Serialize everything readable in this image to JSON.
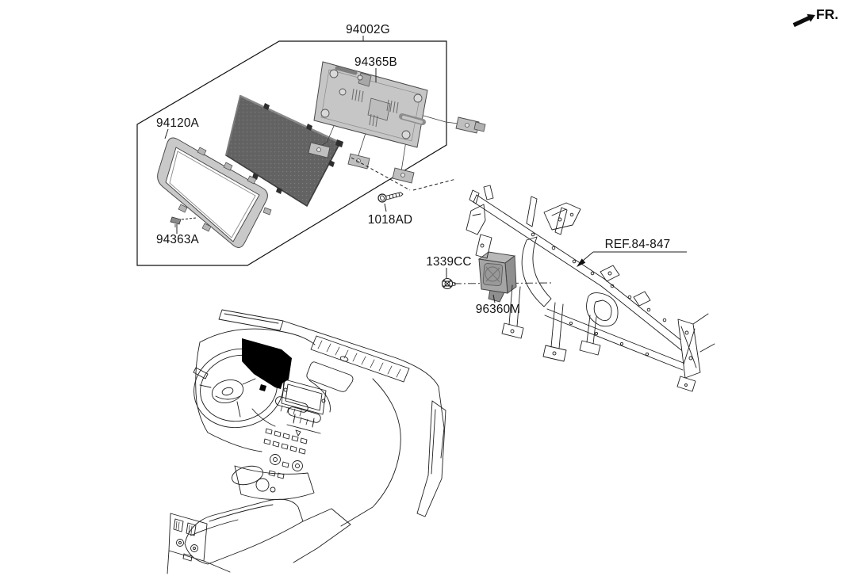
{
  "page": {
    "kind": "vehicle-parts-exploded-diagram",
    "background": "#ffffff",
    "line_color": "#1f1f1f"
  },
  "orientation": {
    "fr_label": "FR."
  },
  "callouts": {
    "cluster_assembly": "94002G",
    "mounting_bracket": "94365B",
    "cluster_bezel": "94120A",
    "clip": "94363A",
    "screw": "1018AD",
    "nut": "1339CC",
    "module": "96360M",
    "crossmember_ref": "REF.84-847"
  },
  "colors": {
    "part_gray": "#c6c6c6",
    "part_gray_dark": "#8f8f8f",
    "display_face": "#636363",
    "cluster_blackout": "#000000"
  }
}
